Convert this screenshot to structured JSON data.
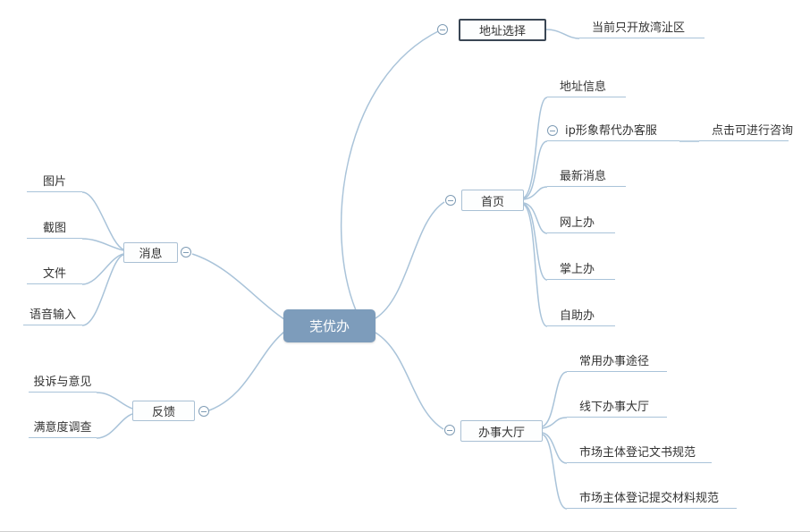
{
  "root": {
    "label": "芜优办"
  },
  "branches": {
    "address": {
      "label": "地址选择",
      "note": "当前只开放湾沚区"
    },
    "home": {
      "label": "首页",
      "children": [
        "地址信息",
        "ip形象帮代办客服",
        "最新消息",
        "网上办",
        "掌上办",
        "自助办"
      ],
      "ip_child": "点击可进行咨询"
    },
    "hall": {
      "label": "办事大厅",
      "children": [
        "常用办事途径",
        "线下办事大厅",
        "市场主体登记文书规范",
        "市场主体登记提交材料规范"
      ]
    },
    "message": {
      "label": "消息",
      "children": [
        "图片",
        "截图",
        "文件",
        "语音输入"
      ]
    },
    "feedback": {
      "label": "反馈",
      "children": [
        "投诉与意见",
        "满意度调查"
      ]
    }
  },
  "colors": {
    "root_bg": "#7d9cbb",
    "line": "#a9c3d9",
    "node_border": "#a9c0d4",
    "selected_border": "#3a4654",
    "text": "#333333"
  }
}
